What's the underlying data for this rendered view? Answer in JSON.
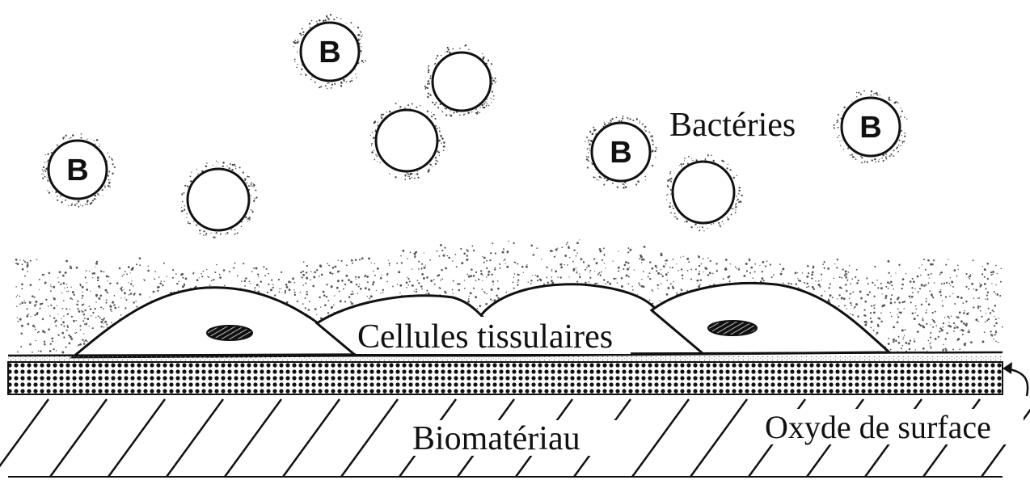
{
  "labels": {
    "bacteria": "Bactéries",
    "tissue_cells": "Cellules tissulaires",
    "biomaterial": "Biomatériau",
    "surface_oxide": "Oxyde de surface"
  },
  "bacteria_marker": "B",
  "colors": {
    "ink": "#111111",
    "background": "#ffffff",
    "stipple": "#555555"
  }
}
